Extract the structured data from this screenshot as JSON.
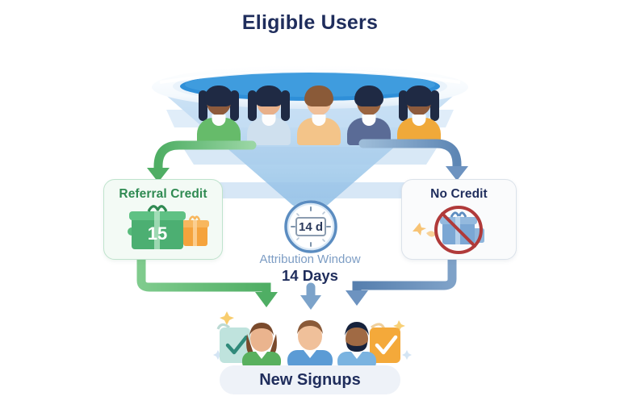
{
  "diagram": {
    "title": "Eligible Users",
    "background_color": "#ffffff",
    "title_color": "#1f2d5c"
  },
  "funnel": {
    "name": "eligible-users-funnel",
    "rim_color": "#ffffff",
    "pool_color": "#2f8fd8",
    "body_color": "#bed9f2",
    "people_count": 5,
    "people": [
      {
        "shirt": "#66bb6a",
        "hair": "#1f2a44",
        "skin": "#8d5a3c",
        "long_hair": true
      },
      {
        "shirt": "#cfe0ee",
        "hair": "#1f2a44",
        "skin": "#e8b08a",
        "long_hair": true
      },
      {
        "shirt": "#f3c489",
        "hair": "#8a5a38",
        "skin": "#f0c09a",
        "long_hair": false
      },
      {
        "shirt": "#5a6b96",
        "hair": "#1f2a44",
        "skin": "#9a6440",
        "long_hair": false
      },
      {
        "shirt": "#f0a93a",
        "hair": "#1f2a44",
        "skin": "#8d5a3c",
        "long_hair": true
      }
    ]
  },
  "arrows": {
    "top_left": {
      "name": "arrow-funnel-to-referral-credit",
      "color": "#5fbd72"
    },
    "top_right": {
      "name": "arrow-funnel-to-no-credit",
      "color": "#6d93c0"
    },
    "bottom_left": {
      "name": "arrow-referral-credit-to-signups",
      "color": "#5fbd72"
    },
    "bottom_center": {
      "name": "arrow-attribution-to-signups",
      "color": "#6d93c0"
    },
    "bottom_right": {
      "name": "arrow-no-credit-to-signups",
      "color": "#6d93c0"
    }
  },
  "left_card": {
    "label": "Referral Credit",
    "gift_value": "15",
    "accent_color": "#2f8a52",
    "background_color": "#f3faf5",
    "border_color": "#bfe3cd",
    "gift_color": "#4caf72",
    "small_gift_color": "#f5a33c"
  },
  "right_card": {
    "label": "No Credit",
    "accent_color": "#1f2d5c",
    "background_color": "#fafbfc",
    "border_color": "#dbe2ea",
    "gift_color": "#7ba7d4",
    "prohibition_color": "#b03a3a"
  },
  "attribution": {
    "clock_text": "14 d",
    "label": "Attribution Window",
    "value": "14 Days",
    "label_color": "#7d9dc4",
    "value_color": "#1f2d5c",
    "ring_color": "#5b8cc0"
  },
  "signups": {
    "label": "New Signups",
    "background_color": "#eef2f8",
    "text_color": "#1f2d5c",
    "people_count": 3,
    "people": [
      {
        "shirt": "#58b05e",
        "hair": "#7a4a2c",
        "skin": "#eab48e"
      },
      {
        "shirt": "#5b9bd5",
        "hair": "#8a5a38",
        "skin": "#f0c09a"
      },
      {
        "shirt": "#7ab3e0",
        "hair": "#16223c",
        "skin": "#a06a44"
      }
    ],
    "badge_left": {
      "name": "check-badge-left",
      "color": "#bfe3dd",
      "check_color": "#2f8a7a"
    },
    "badge_right": {
      "name": "check-badge-right",
      "color": "#f4a93a",
      "check_color": "#ffffff"
    }
  }
}
